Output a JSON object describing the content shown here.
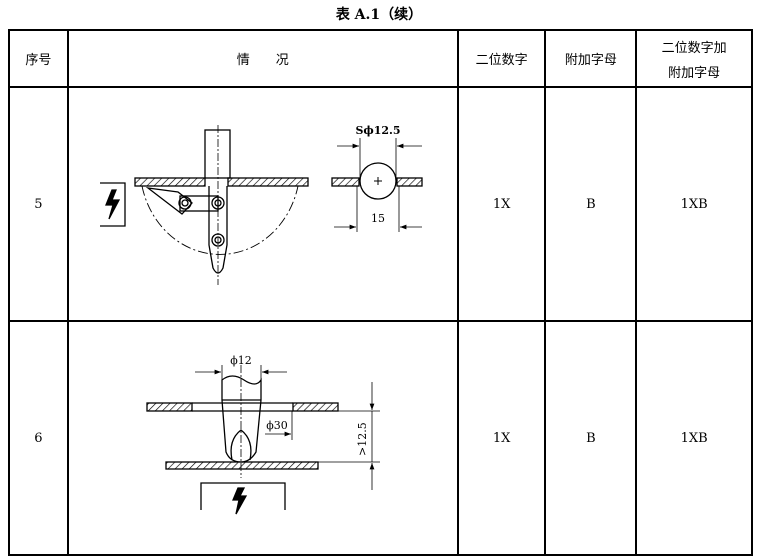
{
  "title": "表 A.1（续）",
  "headers": [
    "序号",
    "情　　况",
    "二位数字",
    "附加字母",
    "二位数字加\n附加字母"
  ],
  "header_last_lines": [
    "二位数字加",
    "附加字母"
  ],
  "rows": [
    {
      "no": "5",
      "digits": "1X",
      "letter": "B",
      "combined": "1XB",
      "dims": {
        "sphere": "Sϕ12.5",
        "width": "15"
      }
    },
    {
      "no": "6",
      "digits": "1X",
      "letter": "B",
      "combined": "1XB",
      "dims": {
        "diameter": "ϕ12",
        "hole": "ϕ30",
        "gap": ">12.5"
      }
    }
  ]
}
